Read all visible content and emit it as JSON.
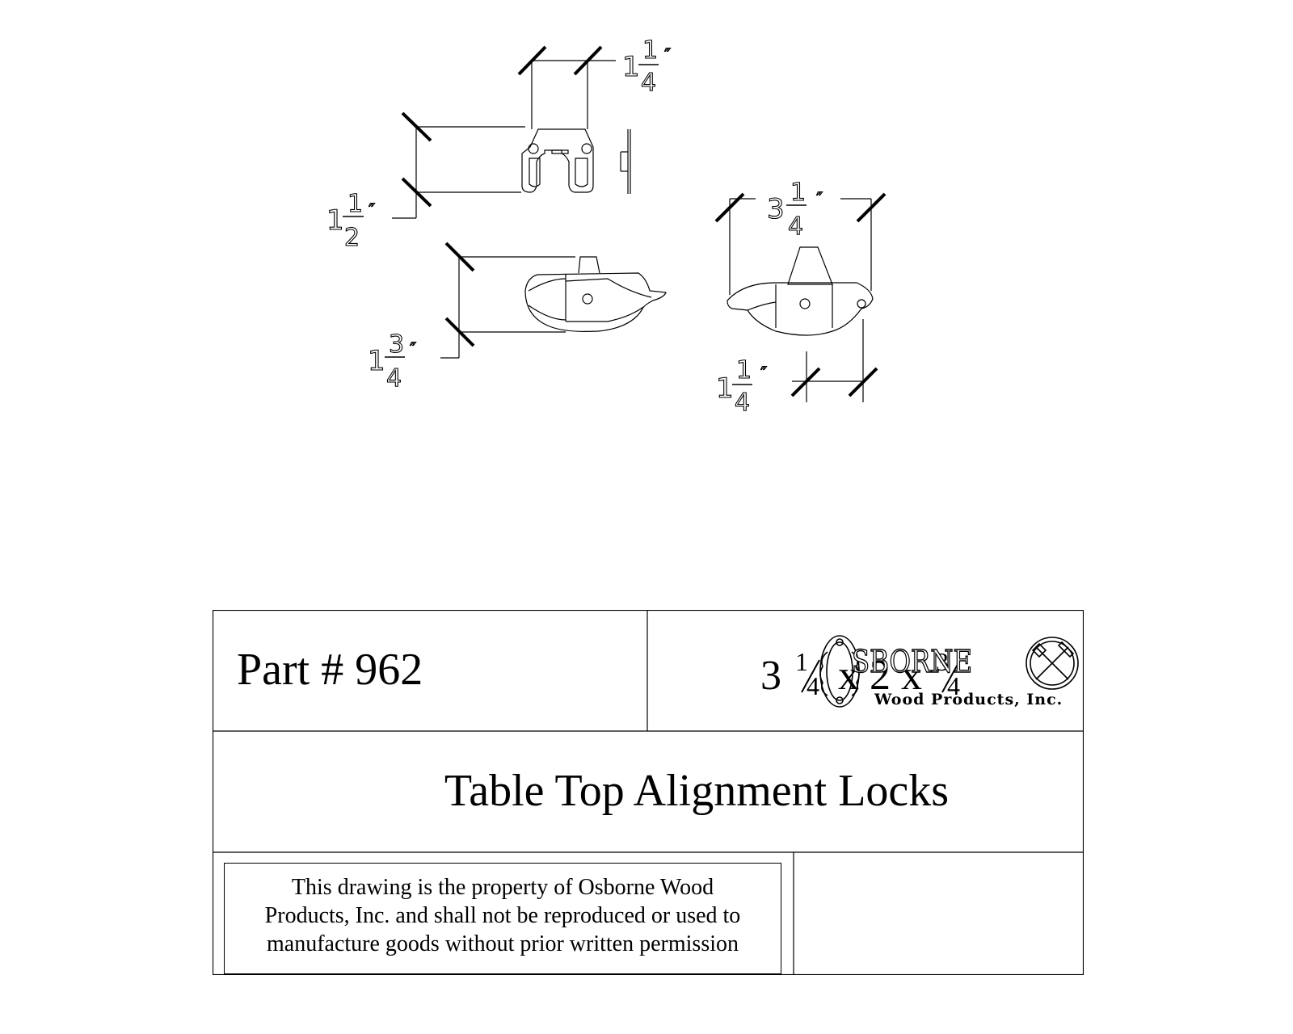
{
  "dimensions": {
    "top_width": {
      "whole": "1",
      "numerator": "1",
      "denominator": "4",
      "unit": "″"
    },
    "top_height": {
      "whole": "1",
      "numerator": "1",
      "denominator": "2",
      "unit": "″"
    },
    "front_height": {
      "whole": "1",
      "numerator": "3",
      "denominator": "4",
      "unit": "″"
    },
    "side_width": {
      "whole": "3",
      "numerator": "1",
      "denominator": "4",
      "unit": "″"
    },
    "side_offset": {
      "whole": "1",
      "numerator": "1",
      "denominator": "4",
      "unit": "″"
    }
  },
  "title_block": {
    "part_number": "Part # 962",
    "size": {
      "a_whole": "3",
      "a_num": "1",
      "a_den": "4",
      "sep1": "x",
      "b": "2",
      "sep2": "x",
      "c_num": "3",
      "c_den": "4"
    },
    "product_title": "Table Top Alignment Locks",
    "notice_lines": [
      "This drawing is the property of Osborne Wood",
      "Products, Inc. and shall not be reproduced or used to",
      "manufacture goods without prior written permission"
    ],
    "logo": {
      "brand": "SBORNE",
      "subtitle": "Wood Products, Inc."
    }
  }
}
